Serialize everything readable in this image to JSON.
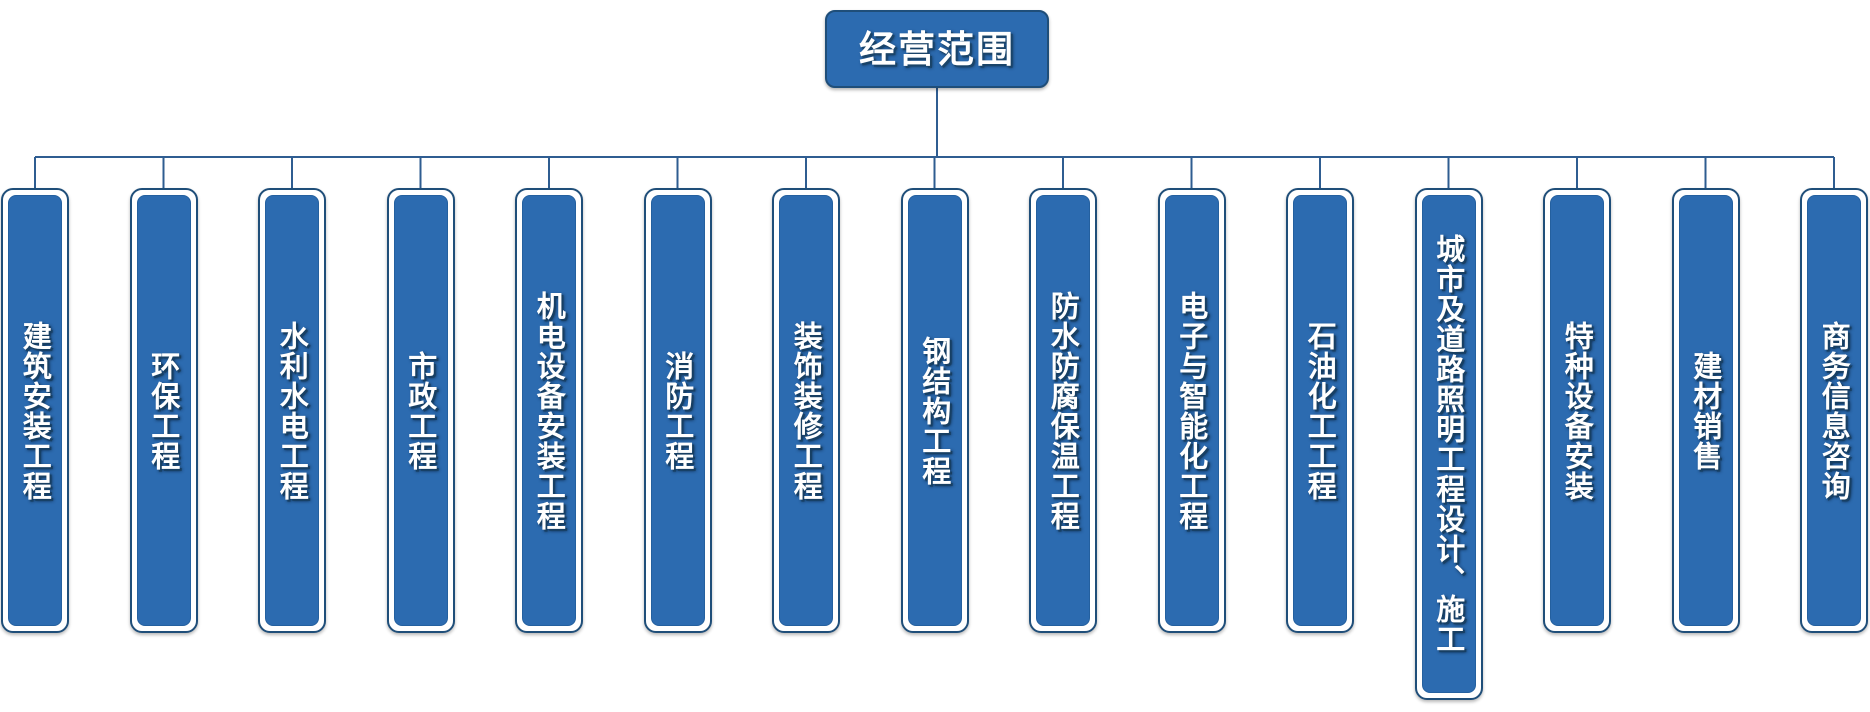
{
  "diagram": {
    "type": "org-chart",
    "title": "经营范围",
    "orientation": "top-down",
    "background_color": "#FFFFFF",
    "node_fill_color": "#2C6BB0",
    "node_border_color": "#1F4E79",
    "node_text_color": "#FFFFFF",
    "connector_color": "#2F5D91",
    "root": {
      "label": "经营范围",
      "text_direction": "horizontal"
    },
    "children": [
      {
        "label": "建筑安装工程",
        "text_direction": "vertical"
      },
      {
        "label": "环保工程",
        "text_direction": "vertical"
      },
      {
        "label": "水利水电工程",
        "text_direction": "vertical"
      },
      {
        "label": "市政工程",
        "text_direction": "vertical"
      },
      {
        "label": "机电设备安装工程",
        "text_direction": "vertical"
      },
      {
        "label": "消防工程",
        "text_direction": "vertical"
      },
      {
        "label": "装饰装修工程",
        "text_direction": "vertical"
      },
      {
        "label": "钢结构工程",
        "text_direction": "vertical"
      },
      {
        "label": "防水防腐保温工程",
        "text_direction": "vertical"
      },
      {
        "label": "电子与智能化工程",
        "text_direction": "vertical"
      },
      {
        "label": "石油化工工程",
        "text_direction": "vertical"
      },
      {
        "label": "城市及道路照明工程设计、施工",
        "text_direction": "vertical"
      },
      {
        "label": "特种设备安装",
        "text_direction": "vertical"
      },
      {
        "label": "建材销售",
        "text_direction": "vertical"
      },
      {
        "label": "商务信息咨询",
        "text_direction": "vertical"
      }
    ]
  }
}
